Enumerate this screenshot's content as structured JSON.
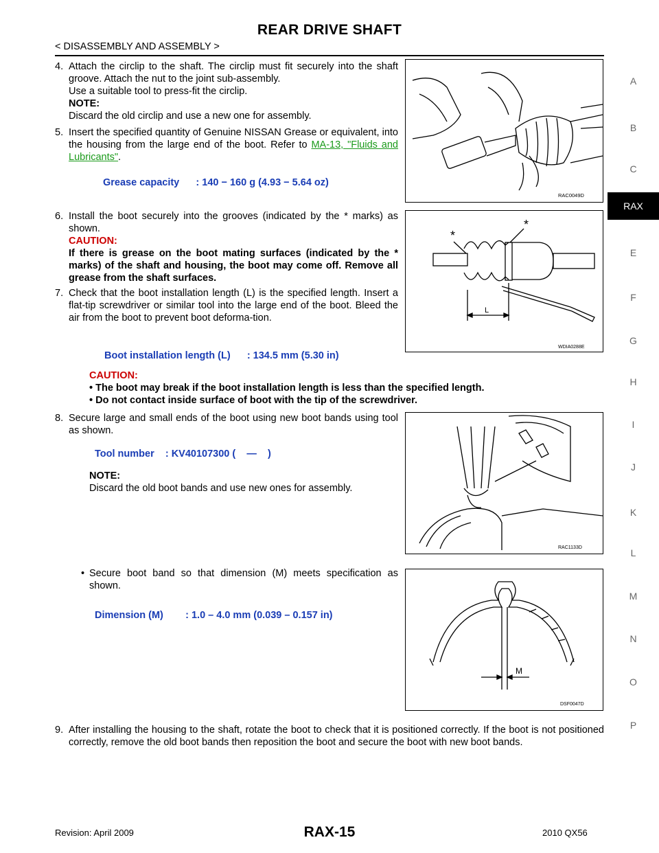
{
  "header": {
    "title": "REAR DRIVE SHAFT",
    "subtitle": "< DISASSEMBLY AND ASSEMBLY >"
  },
  "steps": {
    "s4": {
      "num": "4.",
      "line1": "Attach the circlip to the shaft. The circlip must fit securely into the shaft groove. Attach the nut to the joint sub-assembly.",
      "line2": "Use a suitable tool to press-fit the circlip.",
      "note_label": "NOTE:",
      "note_text": "Discard the old circlip and use a new one for assembly."
    },
    "s5": {
      "num": "5.",
      "text": "Insert the specified quantity of Genuine NISSAN Grease or equivalent, into the housing from the large end of the boot. Refer to ",
      "link": "MA-13, \"Fluids and Lubricants\"",
      "tail": "."
    },
    "spec_grease": "Grease capacity      : 140 − 160 g (4.93 − 5.64 oz)",
    "s6": {
      "num": "6.",
      "text": "Install the boot securely into the grooves (indicated by the * marks) as shown.",
      "caution_label": "CAUTION:",
      "caution_text": "If there is grease on the boot mating surfaces (indicated by the * marks) of the shaft and housing, the boot may come off. Remove all grease from the shaft surfaces."
    },
    "s7": {
      "num": "7.",
      "text": "Check that the boot installation length (L) is the specified length. Insert a flat-tip screwdriver or similar tool into the large end of the boot. Bleed the air from the boot to prevent boot deforma-tion."
    },
    "spec_boot": "Boot installation length (L)      : 134.5 mm (5.30 in)",
    "caution2": {
      "label": "CAUTION:",
      "item1": "•  The boot may break if the boot installation length is less than the specified length.",
      "item2": "•  Do not contact inside surface of boot with the tip of the screwdriver."
    },
    "s8": {
      "num": "8.",
      "text": "Secure large and small ends of the boot using new boot bands using tool as shown."
    },
    "spec_tool": "Tool number    : KV40107300 (    —    )",
    "note2": {
      "label": "NOTE:",
      "text": "Discard the old boot bands and use new ones for assembly."
    },
    "bullet": {
      "mark": "•",
      "text": "Secure boot band so that dimension (M) meets specification as shown."
    },
    "spec_dim": "Dimension (M)        : 1.0 – 4.0 mm (0.039 – 0.157 in)",
    "s9": {
      "num": "9.",
      "text": "After installing the housing to the shaft, rotate the boot to check that it is positioned correctly. If the boot is not positioned correctly, remove the old boot bands then reposition the boot and secure the boot with new boot bands."
    }
  },
  "figures": {
    "f1_code": "RAC0049D",
    "f2_code": "WDIA0288E",
    "f2_label_L": "L",
    "f2_star": "*",
    "f3_code": "RAC1133D",
    "f4_code": "DSF0047D",
    "f4_label_M": "M"
  },
  "side_index": [
    "A",
    "B",
    "C",
    "RAX",
    "E",
    "F",
    "G",
    "H",
    "I",
    "J",
    "K",
    "L",
    "M",
    "N",
    "O",
    "P"
  ],
  "side_index_active": "RAX",
  "footer": {
    "revision": "Revision: April 2009",
    "page": "RAX-15",
    "model": "2010 QX56"
  },
  "colors": {
    "caution": "#cc0000",
    "spec": "#1a3db5",
    "link": "#1a9a1a"
  }
}
